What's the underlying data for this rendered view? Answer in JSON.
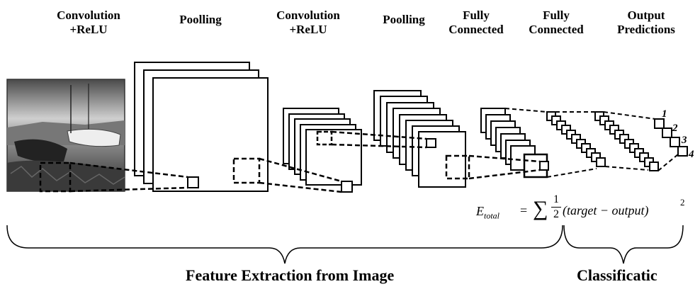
{
  "stages": [
    {
      "line1": "Convolution",
      "line2": "+ReLU"
    },
    {
      "line1": "Poolling",
      "line2": ""
    },
    {
      "line1": "Convolution",
      "line2": "+ReLU"
    },
    {
      "line1": "Poolling",
      "line2": ""
    },
    {
      "line1": "Fully",
      "line2": "Connected"
    },
    {
      "line1": "Fully",
      "line2": "Connected"
    },
    {
      "line1": "Output",
      "line2": "Predictions"
    }
  ],
  "outputs": [
    "1",
    "2",
    "3",
    "4"
  ],
  "equation": {
    "lhs": "E",
    "lhs_sub": "total",
    "equals": "=",
    "sum": "∑",
    "num": "1",
    "den": "2",
    "body": "(target − output)",
    "power": "2"
  },
  "sections": {
    "feature": "Feature Extraction from Image",
    "classification": "Classificatic"
  }
}
